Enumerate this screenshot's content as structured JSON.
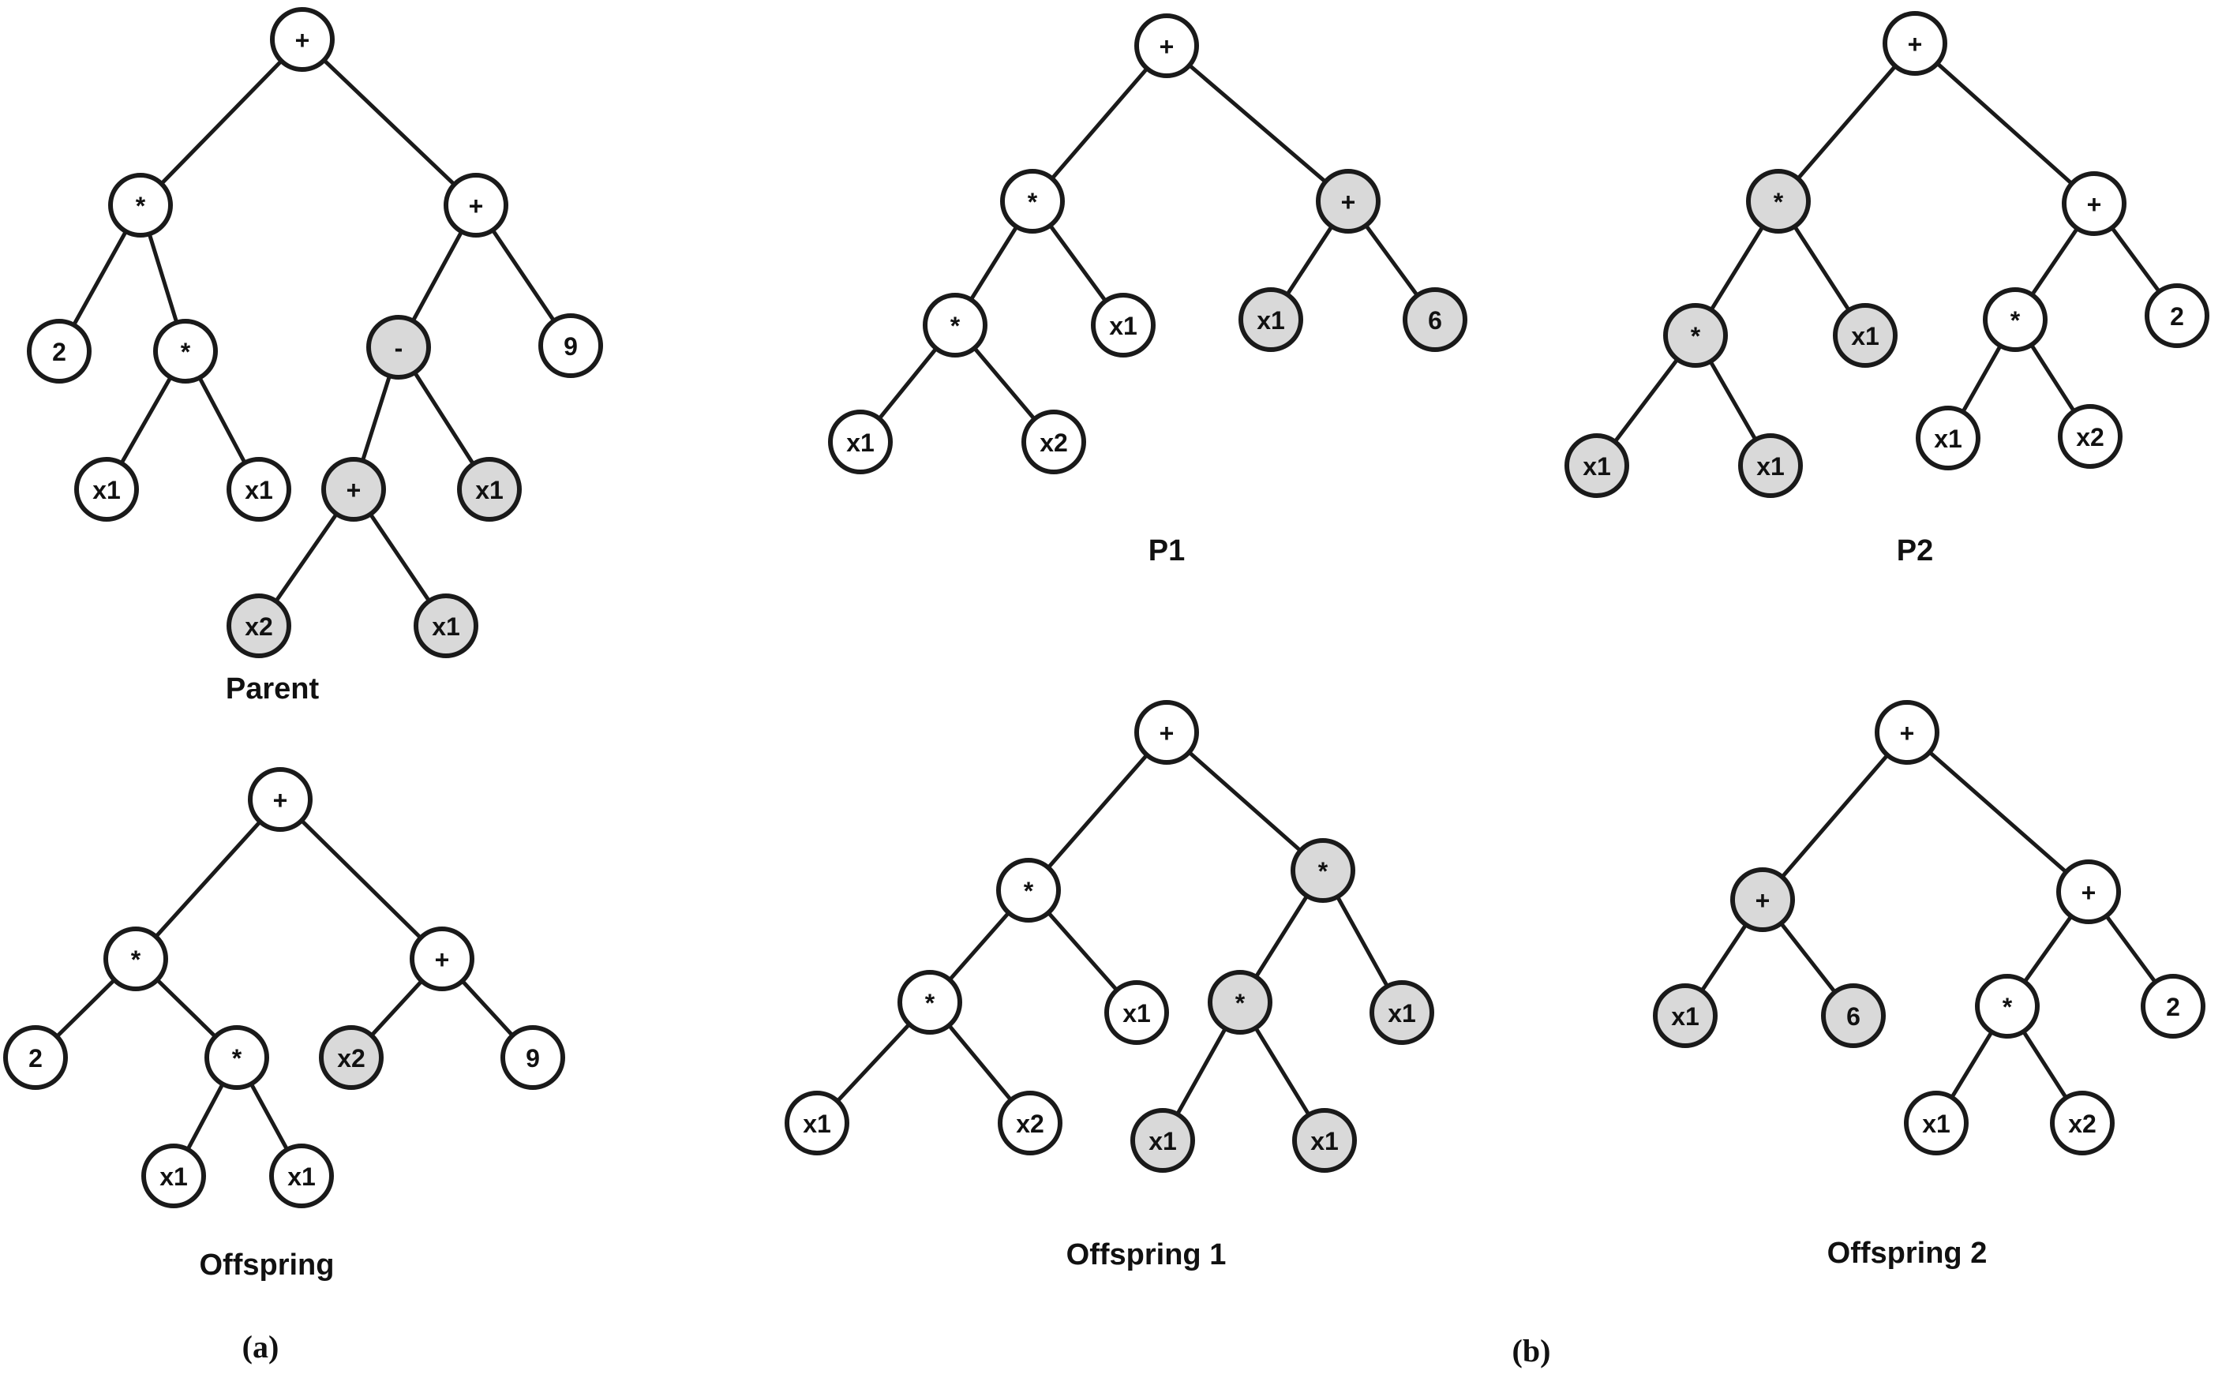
{
  "colors": {
    "plain": "#ffffff",
    "highlight": "#d9d9d9",
    "stroke": "#1a1a1a"
  },
  "panels": [
    {
      "id": "a",
      "label": "(a)"
    },
    {
      "id": "b",
      "label": "(b)"
    }
  ],
  "trees": [
    {
      "id": "parent",
      "panel": "a",
      "caption": "Parent",
      "nodes": [
        {
          "id": "n0",
          "label": "+",
          "hl": false
        },
        {
          "id": "n1",
          "label": "*",
          "hl": false,
          "parent": "n0"
        },
        {
          "id": "n2",
          "label": "+",
          "hl": false,
          "parent": "n0"
        },
        {
          "id": "n3",
          "label": "2",
          "hl": false,
          "parent": "n1"
        },
        {
          "id": "n4",
          "label": "*",
          "hl": false,
          "parent": "n1"
        },
        {
          "id": "n5",
          "label": "x1",
          "hl": false,
          "parent": "n4"
        },
        {
          "id": "n6",
          "label": "x1",
          "hl": false,
          "parent": "n4"
        },
        {
          "id": "n7",
          "label": "-",
          "hl": true,
          "parent": "n2"
        },
        {
          "id": "n8",
          "label": "9",
          "hl": false,
          "parent": "n2"
        },
        {
          "id": "n9",
          "label": "+",
          "hl": true,
          "parent": "n7"
        },
        {
          "id": "n10",
          "label": "x1",
          "hl": true,
          "parent": "n7"
        },
        {
          "id": "n11",
          "label": "x2",
          "hl": true,
          "parent": "n9"
        },
        {
          "id": "n12",
          "label": "x1",
          "hl": true,
          "parent": "n9"
        }
      ]
    },
    {
      "id": "offspring",
      "panel": "a",
      "caption": "Offspring",
      "nodes": [
        {
          "id": "n0",
          "label": "+",
          "hl": false
        },
        {
          "id": "n1",
          "label": "*",
          "hl": false,
          "parent": "n0"
        },
        {
          "id": "n2",
          "label": "+",
          "hl": false,
          "parent": "n0"
        },
        {
          "id": "n3",
          "label": "2",
          "hl": false,
          "parent": "n1"
        },
        {
          "id": "n4",
          "label": "*",
          "hl": false,
          "parent": "n1"
        },
        {
          "id": "n5",
          "label": "x2",
          "hl": true,
          "parent": "n2"
        },
        {
          "id": "n6",
          "label": "9",
          "hl": false,
          "parent": "n2"
        },
        {
          "id": "n7",
          "label": "x1",
          "hl": false,
          "parent": "n4"
        },
        {
          "id": "n8",
          "label": "x1",
          "hl": false,
          "parent": "n4"
        }
      ]
    },
    {
      "id": "p1",
      "panel": "b",
      "caption": "P1",
      "nodes": [
        {
          "id": "n0",
          "label": "+",
          "hl": false
        },
        {
          "id": "n1",
          "label": "*",
          "hl": false,
          "parent": "n0"
        },
        {
          "id": "n2",
          "label": "+",
          "hl": true,
          "parent": "n0"
        },
        {
          "id": "n3",
          "label": "*",
          "hl": false,
          "parent": "n1"
        },
        {
          "id": "n4",
          "label": "x1",
          "hl": false,
          "parent": "n1"
        },
        {
          "id": "n5",
          "label": "x1",
          "hl": true,
          "parent": "n2"
        },
        {
          "id": "n6",
          "label": "6",
          "hl": true,
          "parent": "n2"
        },
        {
          "id": "n7",
          "label": "x1",
          "hl": false,
          "parent": "n3"
        },
        {
          "id": "n8",
          "label": "x2",
          "hl": false,
          "parent": "n3"
        }
      ]
    },
    {
      "id": "p2",
      "panel": "b",
      "caption": "P2",
      "nodes": [
        {
          "id": "n0",
          "label": "+",
          "hl": false
        },
        {
          "id": "n1",
          "label": "*",
          "hl": true,
          "parent": "n0"
        },
        {
          "id": "n2",
          "label": "+",
          "hl": false,
          "parent": "n0"
        },
        {
          "id": "n3",
          "label": "*",
          "hl": true,
          "parent": "n1"
        },
        {
          "id": "n4",
          "label": "x1",
          "hl": true,
          "parent": "n1"
        },
        {
          "id": "n5",
          "label": "*",
          "hl": false,
          "parent": "n2"
        },
        {
          "id": "n6",
          "label": "2",
          "hl": false,
          "parent": "n2"
        },
        {
          "id": "n7",
          "label": "x1",
          "hl": true,
          "parent": "n3"
        },
        {
          "id": "n8",
          "label": "x1",
          "hl": true,
          "parent": "n3"
        },
        {
          "id": "n9",
          "label": "x1",
          "hl": false,
          "parent": "n5"
        },
        {
          "id": "n10",
          "label": "x2",
          "hl": false,
          "parent": "n5"
        }
      ]
    },
    {
      "id": "offspring-1",
      "panel": "b",
      "caption": "Offspring 1",
      "nodes": [
        {
          "id": "n0",
          "label": "+",
          "hl": false
        },
        {
          "id": "n1",
          "label": "*",
          "hl": false,
          "parent": "n0"
        },
        {
          "id": "n2",
          "label": "*",
          "hl": true,
          "parent": "n0"
        },
        {
          "id": "n3",
          "label": "*",
          "hl": false,
          "parent": "n1"
        },
        {
          "id": "n4",
          "label": "x1",
          "hl": false,
          "parent": "n1"
        },
        {
          "id": "n5",
          "label": "*",
          "hl": true,
          "parent": "n2"
        },
        {
          "id": "n6",
          "label": "x1",
          "hl": true,
          "parent": "n2"
        },
        {
          "id": "n7",
          "label": "x1",
          "hl": false,
          "parent": "n3"
        },
        {
          "id": "n8",
          "label": "x2",
          "hl": false,
          "parent": "n3"
        },
        {
          "id": "n9",
          "label": "x1",
          "hl": true,
          "parent": "n5"
        },
        {
          "id": "n10",
          "label": "x1",
          "hl": true,
          "parent": "n5"
        }
      ]
    },
    {
      "id": "offspring-2",
      "panel": "b",
      "caption": "Offspring 2",
      "nodes": [
        {
          "id": "n0",
          "label": "+",
          "hl": false
        },
        {
          "id": "n1",
          "label": "+",
          "hl": true,
          "parent": "n0"
        },
        {
          "id": "n2",
          "label": "+",
          "hl": false,
          "parent": "n0"
        },
        {
          "id": "n3",
          "label": "x1",
          "hl": true,
          "parent": "n1"
        },
        {
          "id": "n4",
          "label": "6",
          "hl": true,
          "parent": "n1"
        },
        {
          "id": "n5",
          "label": "*",
          "hl": false,
          "parent": "n2"
        },
        {
          "id": "n6",
          "label": "2",
          "hl": false,
          "parent": "n2"
        },
        {
          "id": "n7",
          "label": "x1",
          "hl": false,
          "parent": "n5"
        },
        {
          "id": "n8",
          "label": "x2",
          "hl": false,
          "parent": "n5"
        }
      ]
    }
  ]
}
